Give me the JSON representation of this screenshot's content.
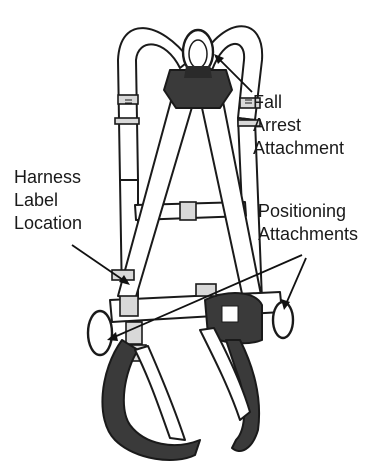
{
  "labels": {
    "fall_arrest": [
      "Fall",
      "Arrest",
      "Attachment"
    ],
    "harness_label": [
      "Harness",
      "Label",
      "Location"
    ],
    "positioning": [
      "Positioning",
      "Attachments"
    ]
  },
  "colors": {
    "line": "#1a1a1a",
    "dark_webbing": "#3a3a3a",
    "background": "#ffffff"
  }
}
